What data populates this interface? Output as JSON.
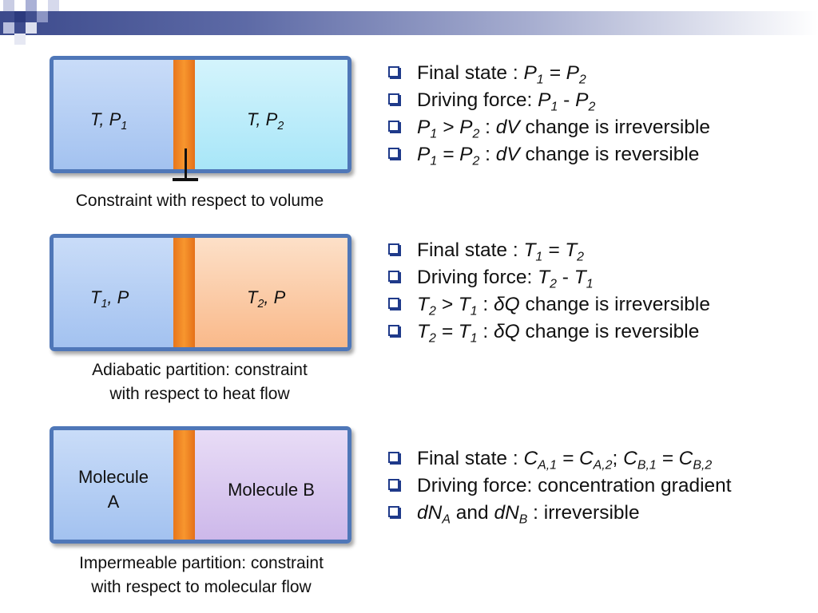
{
  "colors": {
    "border": "#4f77b8",
    "partition": "#f7962e",
    "chamber_blue_left": "#a9c6f2",
    "chamber_cyan": "#b6ecfa",
    "chamber_peach": "#fcc9a2",
    "chamber_lavender": "#d8c6ee",
    "bullet": "#1f3a8a"
  },
  "panels": [
    {
      "left": {
        "var": "T, P",
        "sub": "1"
      },
      "right": {
        "var": "T, P",
        "sub": "2"
      },
      "caption": "Constraint with respect to volume",
      "bullets": {
        "b1": {
          "text": "Final state : ",
          "a": "P",
          "a_sub": "1",
          "eq": " = ",
          "b": "P",
          "b_sub": "2"
        },
        "b2": {
          "text": "Driving force: ",
          "a": "P",
          "a_sub": "1",
          "op": " - ",
          "b": "P",
          "b_sub": "2"
        },
        "b3": {
          "a": "P",
          "a_sub": "1",
          "op": " > ",
          "b": "P",
          "b_sub": "2",
          "mid": " : ",
          "d": "dV",
          "rest": " change is irreversible"
        },
        "b4": {
          "a": "P",
          "a_sub": "1",
          "op": " = ",
          "b": "P",
          "b_sub": "2",
          "mid": " : ",
          "d": "dV",
          "rest": " change is reversible"
        }
      }
    },
    {
      "left": {
        "var": "T",
        "sub": "1",
        "after": ", P"
      },
      "right": {
        "var": "T",
        "sub": "2",
        "after": ", P"
      },
      "caption_line1": "Adiabatic partition: constraint",
      "caption_line2": "with respect to heat flow",
      "bullets": {
        "b1": {
          "text": "Final state : ",
          "a": "T",
          "a_sub": "1",
          "eq": " = ",
          "b": "T",
          "b_sub": "2"
        },
        "b2": {
          "text": "Driving force: ",
          "a": "T",
          "a_sub": "2",
          "op": " - ",
          "b": "T",
          "b_sub": "1"
        },
        "b3": {
          "a": "T",
          "a_sub": "2",
          "op": " > ",
          "b": "T",
          "b_sub": "1",
          "mid": " : ",
          "d": "δQ",
          "rest": " change is irreversible"
        },
        "b4": {
          "a": "T",
          "a_sub": "2",
          "op": " = ",
          "b": "T",
          "b_sub": "1",
          "mid": " : ",
          "d": "δQ",
          "rest": " change is reversible"
        }
      }
    },
    {
      "left_line1": "Molecule",
      "left_line2": "A",
      "right": "Molecule B",
      "caption_line1": "Impermeable partition: constraint",
      "caption_line2": "with respect to molecular flow",
      "bullets": {
        "b1": {
          "text": "Final state : ",
          "a": "C",
          "a_sub": "A,1",
          "eq": " = ",
          "b": "C",
          "b_sub": "A,2",
          "sep": "; ",
          "c": "C",
          "c_sub": "B,1",
          "eq2": " = ",
          "d": "C",
          "d_sub": "B,2"
        },
        "b2": {
          "text": "Driving force: concentration gradient"
        },
        "b3": {
          "a": "dN",
          "a_sub": "A",
          "mid": " and ",
          "b": "dN",
          "b_sub": "B",
          "rest": " : irreversible"
        }
      }
    }
  ]
}
